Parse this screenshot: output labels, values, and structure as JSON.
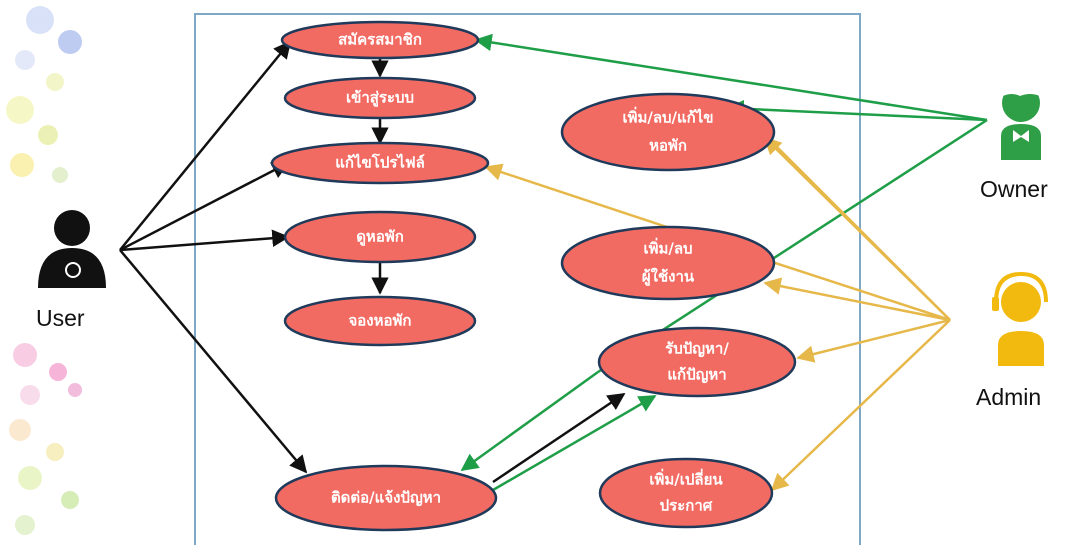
{
  "colors": {
    "usecase_fill": "#f26b63",
    "usecase_stroke": "#1f3a5a",
    "system_border": "#7fa7c6",
    "user_arrow": "#111111",
    "owner_arrow": "#1f9e48",
    "admin_arrow": "#e6b84a",
    "owner_icon": "#2e9e47",
    "admin_icon": "#f2b90f",
    "user_icon": "#111111"
  },
  "actors": {
    "user": {
      "label": "User",
      "icon": "person-icon"
    },
    "owner": {
      "label": "Owner",
      "icon": "person-bowtie-icon"
    },
    "admin": {
      "label": "Admin",
      "icon": "headset-person-icon"
    }
  },
  "use_cases": {
    "register": {
      "lines": [
        "สมัครสมาชิก"
      ]
    },
    "login": {
      "lines": [
        "เข้าสู่ระบบ"
      ]
    },
    "edit_profile": {
      "lines": [
        "แก้ไขโปรไฟล์"
      ]
    },
    "view_dorm": {
      "lines": [
        "ดูหอพัก"
      ]
    },
    "book_dorm": {
      "lines": [
        "จองหอพัก"
      ]
    },
    "contact": {
      "lines": [
        "ติดต่อ/แจ้งปัญหา"
      ]
    },
    "manage_dorm": {
      "lines": [
        "เพิ่ม/ลบ/แก้ไข",
        "หอพัก"
      ]
    },
    "manage_users": {
      "lines": [
        "เพิ่ม/ลบ",
        "ผู้ใช้งาน"
      ]
    },
    "handle_problem": {
      "lines": [
        "รับปัญหา/",
        "แก้ปัญหา"
      ]
    },
    "announcement": {
      "lines": [
        "เพิ่ม/เปลี่ยน",
        "ประกาศ"
      ]
    }
  }
}
